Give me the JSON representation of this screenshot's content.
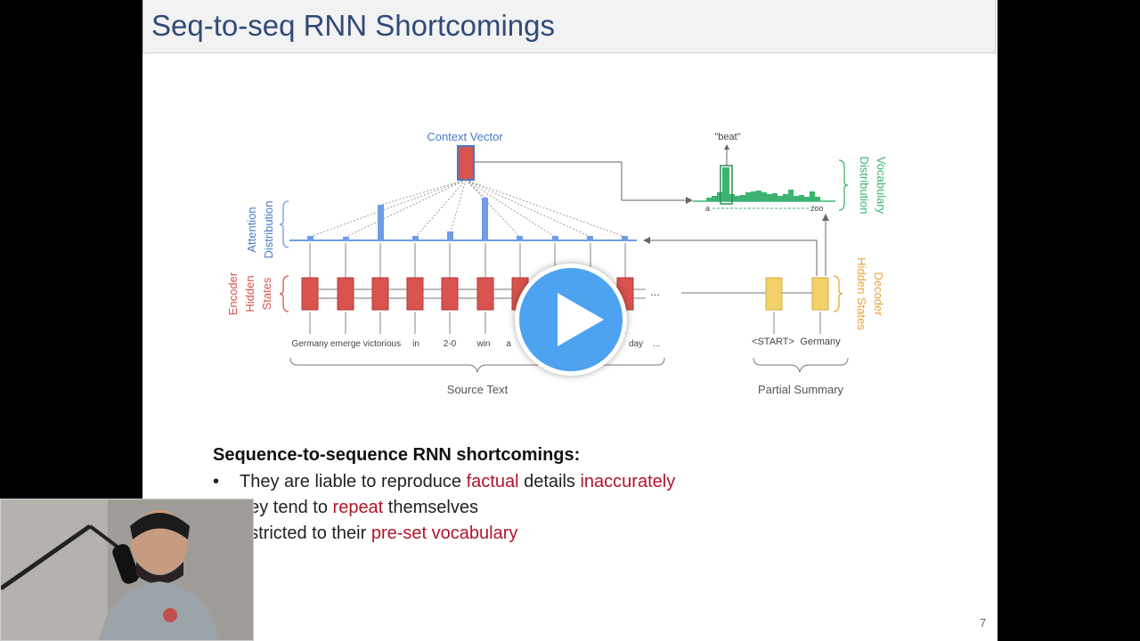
{
  "slide": {
    "title": "Seq-to-seq RNN Shortcomings",
    "page_number": "7"
  },
  "diagram": {
    "context_vector_label": "Context Vector",
    "output_word": "\"beat\"",
    "vocab_start": "a",
    "vocab_end": "zoo",
    "vocab_label_line1": "Vocabulary",
    "vocab_label_line2": "Distribution",
    "attention_label_line1": "Attention",
    "attention_label_line2": "Distribution",
    "encoder_label_line1": "Encoder",
    "encoder_label_line2": "Hidden",
    "encoder_label_line3": "States",
    "decoder_label_line1": "Decoder",
    "decoder_label_line2": "Hidden States",
    "source_words": [
      "Germany",
      "emerge",
      "victorious",
      "in",
      "2-0",
      "win",
      "a",
      "",
      "",
      "day",
      "..."
    ],
    "source_label": "Source Text",
    "decoder_words": [
      "<START>",
      "Germany"
    ],
    "partial_label": "Partial Summary",
    "ellipsis": "...",
    "colors": {
      "encoder": "#d9534f",
      "attention": "#6f9be8",
      "vocab": "#3cb371",
      "decoder": "#f2d16b"
    }
  },
  "content": {
    "heading": "Sequence-to-sequence RNN shortcomings:",
    "bullet_char": "•",
    "bullet1_a": "They are liable to reproduce ",
    "bullet1_b": "factual",
    "bullet1_c": " details ",
    "bullet1_d": "inaccurately",
    "bullet2_a": "hey tend to ",
    "bullet2_b": "repeat",
    "bullet2_c": " themselves",
    "bullet3_a": "estricted to their ",
    "bullet3_b": "pre-set vocabulary"
  },
  "player": {
    "play_icon": "play-icon"
  }
}
